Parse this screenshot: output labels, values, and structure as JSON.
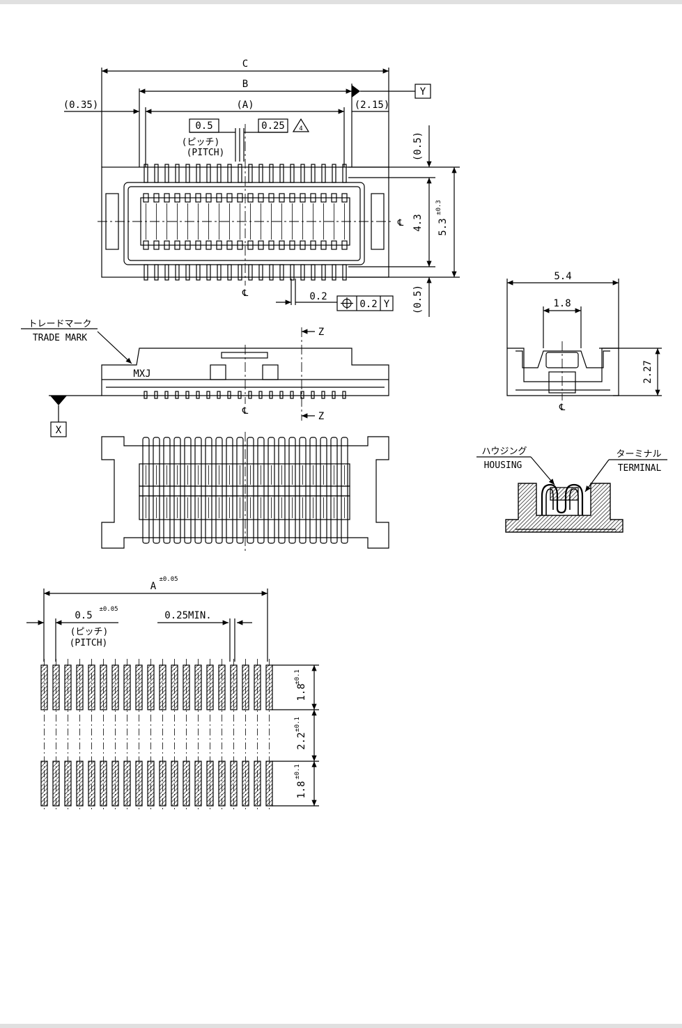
{
  "colors": {
    "ink": "#000000",
    "hatch": "#000000",
    "paper": "#ffffff",
    "band": "#e0e0e0"
  },
  "top_view": {
    "dim_c": "C",
    "dim_b": "B",
    "dim_a": "(A)",
    "dim_left": "(0.35)",
    "dim_right": "(2.15)",
    "pitch_box": "0.5",
    "pitch_jp": "(ピッチ)",
    "pitch_en": "(PITCH)",
    "width_box": "0.25",
    "warning_mark": "4",
    "datum_y": "Y",
    "dim_top_gap": "(0.5)",
    "dim_bottom_gap": "(0.5)",
    "dim_height_inner": "4.3",
    "dim_height_total": "5.3",
    "dim_height_tol": "±0.3",
    "centerline_v": "℄",
    "centerline_h": "℄",
    "dim_offset": "0.2",
    "gdt_value": "0.2",
    "gdt_datum": "Y"
  },
  "front_view": {
    "trade_mark_jp": "トレードマーク",
    "trade_mark_en": "TRADE MARK",
    "marking": "MXJ",
    "section_z_top": "Z",
    "section_z_bottom": "Z",
    "datum_x": "X",
    "centerline": "℄"
  },
  "side_view": {
    "dim_width": "5.4",
    "dim_inner": "1.8",
    "dim_height": "2.27",
    "centerline": "℄"
  },
  "section_view": {
    "housing_jp": "ハウジング",
    "housing_en": "HOUSING",
    "terminal_jp": "ターミナル",
    "terminal_en": "TERMINAL"
  },
  "pcb_layout": {
    "dim_a": "A",
    "dim_a_tol": "±0.05",
    "pitch": "0.5",
    "pitch_tol": "±0.05",
    "pitch_jp": "(ピッチ)",
    "pitch_en": "(PITCH)",
    "pad_width": "0.25MIN.",
    "pad_len_top": "1.8",
    "pad_len_top_tol": "±0.1",
    "gap": "2.2",
    "gap_tol": "±0.1",
    "pad_len_bottom": "1.8",
    "pad_len_bottom_tol": "±0.1",
    "pad_count_per_row": 20
  }
}
